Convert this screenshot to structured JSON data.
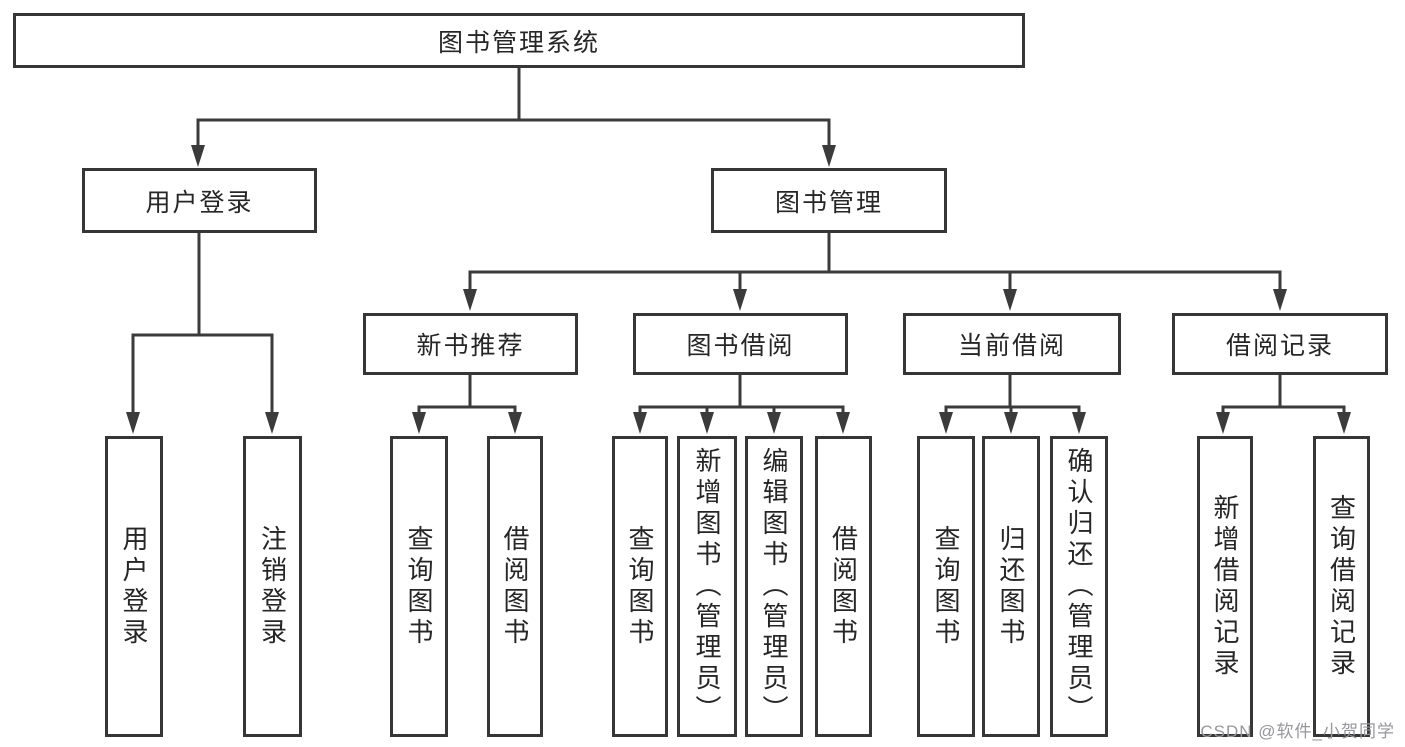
{
  "diagram": {
    "root": "图书管理系统",
    "level2": {
      "user_login": "用户登录",
      "book_management": "图书管理"
    },
    "level3": {
      "new_book_recommend": "新书推荐",
      "book_borrowing": "图书借阅",
      "current_borrowing": "当前借阅",
      "borrowing_records": "借阅记录"
    },
    "leaves": {
      "user_login_group": [
        "用户登录",
        "注销登录"
      ],
      "new_book_recommend_group": [
        "查询图书",
        "借阅图书"
      ],
      "book_borrowing_group": [
        "查询图书",
        "新增图书（管理员）",
        "编辑图书（管理员）",
        "借阅图书"
      ],
      "current_borrowing_group": [
        "查询图书",
        "归还图书",
        "确认归还（管理员）"
      ],
      "borrowing_records_group": [
        "新增借阅记录",
        "查询借阅记录"
      ]
    }
  },
  "watermark": "CSDN @软件_小贺同学",
  "colors": {
    "line": "#3b3b3b",
    "border": "#363636",
    "text": "#262626",
    "background": "#ffffff",
    "watermark_text": "#97979c"
  }
}
